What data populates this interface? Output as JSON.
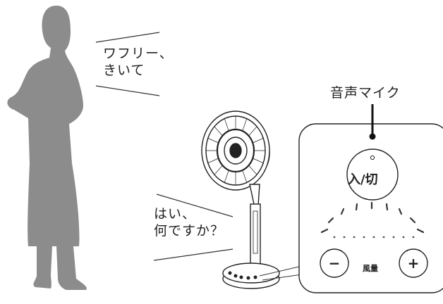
{
  "speech": {
    "user_line1": "ワフリー、",
    "user_line2": "きいて",
    "fan_line1": "はい、",
    "fan_line2": "何ですか？"
  },
  "labels": {
    "microphone": "音声マイク"
  },
  "panel": {
    "power_button": "入/切",
    "wind_label": "風量",
    "minus_symbol": "−",
    "plus_symbol": "+"
  },
  "icons": {
    "person": "person-silhouette-icon",
    "fan": "electric-fan-icon",
    "microphone": "microphone-dot-icon"
  },
  "colors": {
    "silhouette": "#8c8c8c",
    "line": "#222222",
    "background": "#ffffff"
  }
}
